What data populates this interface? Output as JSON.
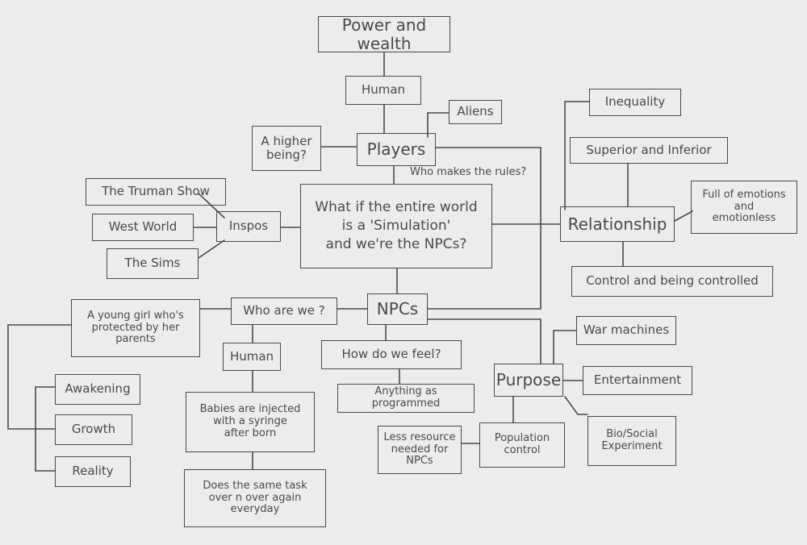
{
  "nodes": {
    "power_wealth": "Power and wealth",
    "human_top": "Human",
    "aliens": "Aliens",
    "higher_being": "A higher\nbeing?",
    "players": "Players",
    "who_makes_rules": "Who makes the rules?",
    "truman_show": "The Truman Show",
    "west_world": "West World",
    "the_sims": "The Sims",
    "inspos": "Inspos",
    "central_question": "What if the entire world\nis a 'Simulation'\nand we're the NPCs?",
    "inequality": "Inequality",
    "superior_inferior": "Superior and Inferior",
    "emotions": "Full of emotions\nand\nemotionless",
    "relationship": "Relationship",
    "control": "Control and being controlled",
    "npcs": "NPCs",
    "who_are_we": "Who are we ?",
    "young_girl": "A young girl who's\nprotected by her\nparents",
    "human_mid": "Human",
    "how_feel": "How do we feel?",
    "anything_programmed": "Anything as programmed",
    "awakening": "Awakening",
    "growth": "Growth",
    "reality": "Reality",
    "babies": "Babies are injected\nwith a syringe\nafter born",
    "same_task": "Does the same task\nover n over again\neveryday",
    "war_machines": "War machines",
    "entertainment": "Entertainment",
    "purpose": "Purpose",
    "bio_social": "Bio/Social\nExperiment",
    "population_control": "Population\ncontrol",
    "less_resource": "Less resource\nneeded for\nNPCs"
  }
}
